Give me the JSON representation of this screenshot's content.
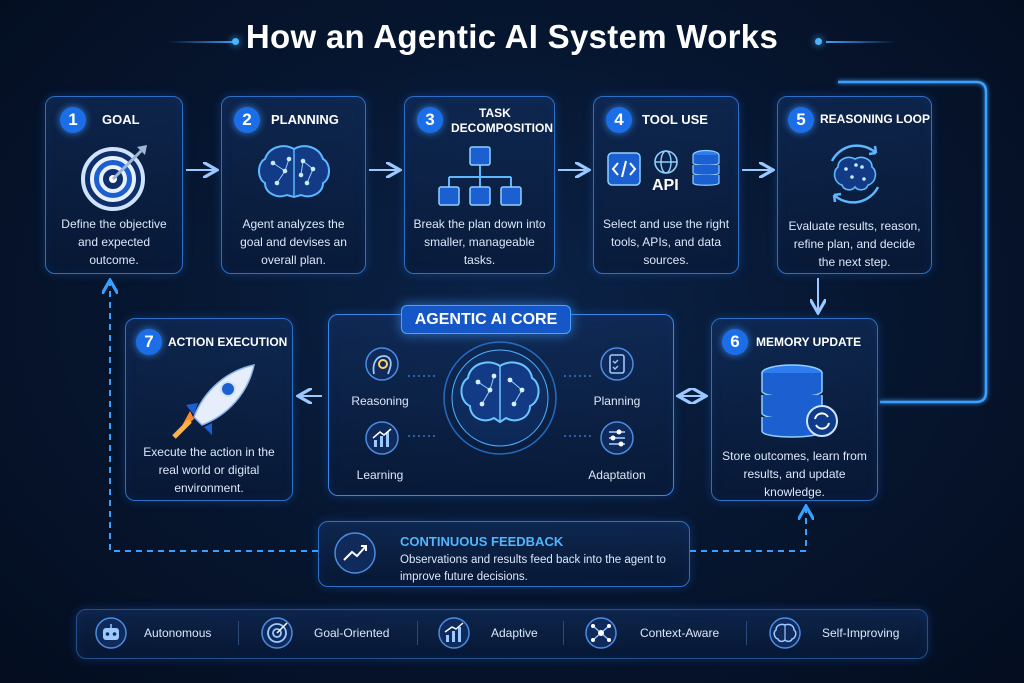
{
  "title": "How an Agentic AI System Works",
  "steps": [
    {
      "num": "1",
      "title": "GOAL",
      "desc": "Define the objective and expected outcome.",
      "icon": "target-icon"
    },
    {
      "num": "2",
      "title": "PLANNING",
      "desc": "Agent analyzes the goal and devises an overall plan.",
      "icon": "brain-icon"
    },
    {
      "num": "3",
      "title_line1": "TASK",
      "title_line2": "DECOMPOSITION",
      "desc": "Break the plan down into smaller, manageable tasks.",
      "icon": "hierarchy-icon"
    },
    {
      "num": "4",
      "title": "TOOL USE",
      "desc": "Select and use the right tools, APIs, and data sources.",
      "icon": "tools-icon",
      "api_label": "API"
    },
    {
      "num": "5",
      "title": "REASONING LOOP",
      "desc": "Evaluate results, reason, refine plan, and decide the next step.",
      "icon": "brain-loop-icon"
    },
    {
      "num": "6",
      "title": "MEMORY UPDATE",
      "desc": "Store outcomes, learn from results, and update knowledge.",
      "icon": "database-icon"
    },
    {
      "num": "7",
      "title": "ACTION EXECUTION",
      "desc": "Execute the action in the real world or digital environment.",
      "icon": "rocket-icon"
    }
  ],
  "core": {
    "title": "AGENTIC AI CORE",
    "items": [
      "Reasoning",
      "Planning",
      "Learning",
      "Adaptation"
    ]
  },
  "feedback": {
    "title": "CONTINUOUS FEEDBACK",
    "desc": "Observations and results feed back into the agent to improve future decisions."
  },
  "features": [
    "Autonomous",
    "Goal-Oriented",
    "Adaptive",
    "Context-Aware",
    "Self-Improving"
  ],
  "colors": {
    "accent": "#1b6ee8",
    "glow": "#4cb3ff",
    "border": "#2d6fc4",
    "background": "#06152e"
  }
}
